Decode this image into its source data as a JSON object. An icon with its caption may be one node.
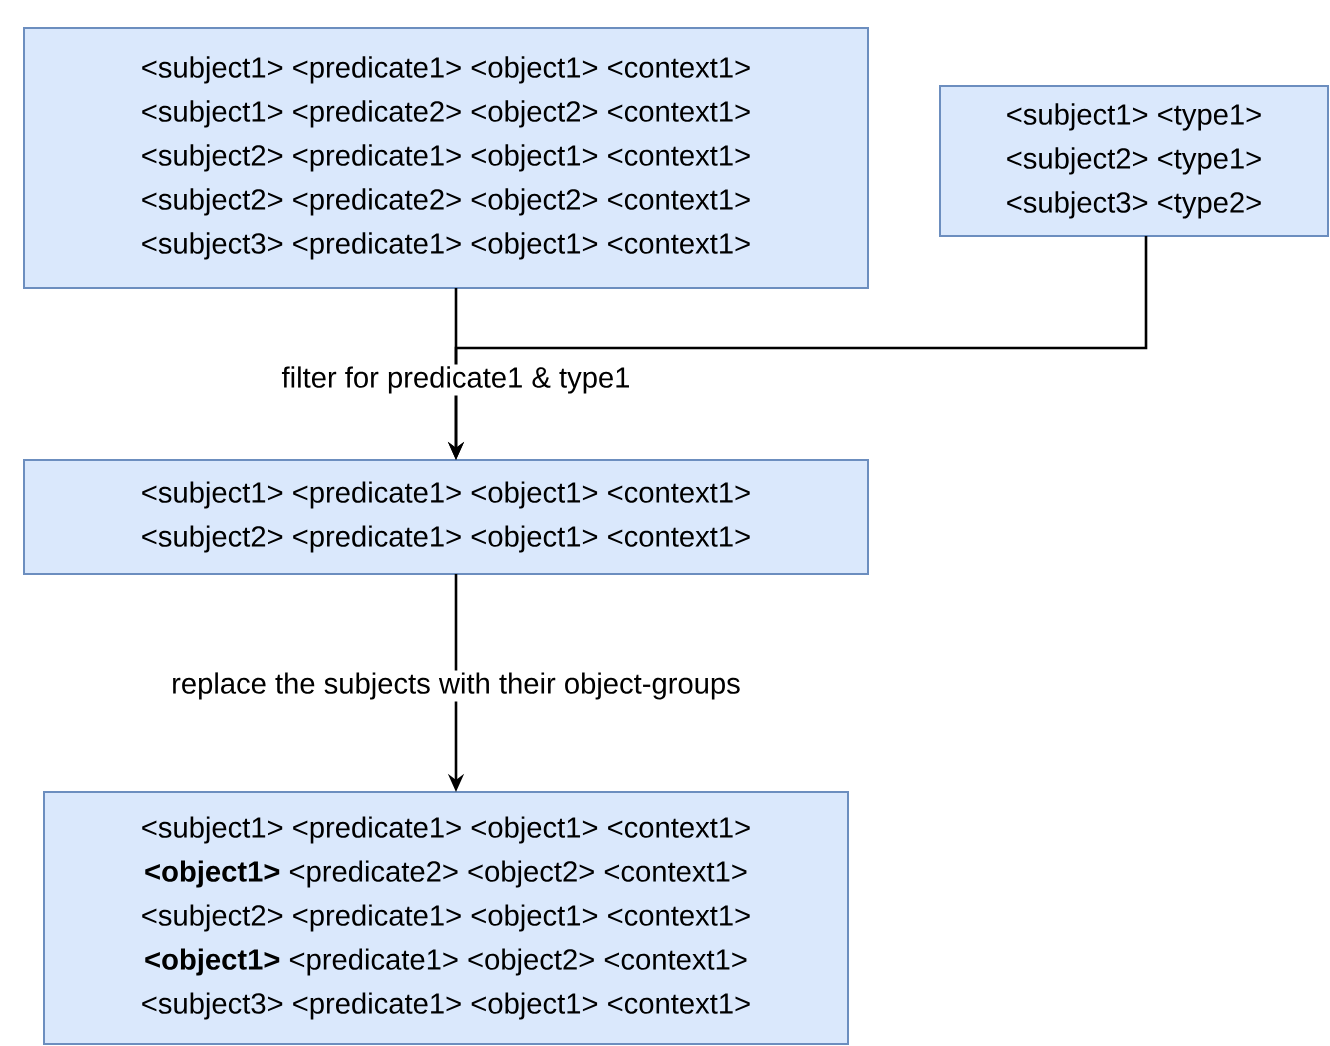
{
  "diagram": {
    "nodes": [
      {
        "text": [
          "<subject1> <predicate1> <object1> <context1>",
          "<subject1> <predicate2> <object2> <context1>",
          "<subject2> <predicate1> <object1> <context1>",
          "<subject2> <predicate2> <object2> <context1>",
          "<subject3> <predicate1> <object1> <context1>"
        ]
      },
      {
        "text": [
          "<subject1> <type1>",
          "<subject2> <type1>",
          "<subject3> <type2>"
        ]
      },
      {
        "text": [
          "<subject1> <predicate1> <object1> <context1>",
          "<subject2> <predicate1> <object1> <context1>"
        ]
      },
      {
        "text": [
          "<subject1> <predicate1> <object1> <context1>",
          "**<object1>** <predicate2> <object2> <context1>",
          "<subject2> <predicate1> <object1> <context1>",
          "**<object1>** <predicate1> <object2> <context1>",
          "<subject3> <predicate1> <object1> <context1>"
        ]
      }
    ],
    "edges": [
      {
        "from": 0,
        "to": 2,
        "arrow": "to",
        "label": "filter for predicate1 & type1"
      },
      {
        "from": 1,
        "to": 2,
        "arrow": "to"
      },
      {
        "from": 2,
        "to": 3,
        "arrow": "to",
        "label": "replace the subjects with their object-groups"
      }
    ]
  }
}
